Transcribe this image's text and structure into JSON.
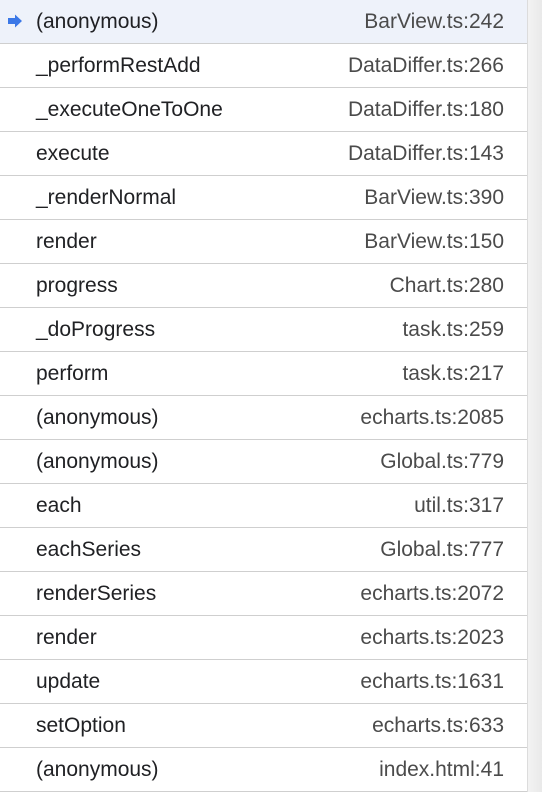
{
  "callstack": {
    "frames": [
      {
        "function": "(anonymous)",
        "location": "BarView.ts:242",
        "selected": true
      },
      {
        "function": "_performRestAdd",
        "location": "DataDiffer.ts:266"
      },
      {
        "function": "_executeOneToOne",
        "location": "DataDiffer.ts:180"
      },
      {
        "function": "execute",
        "location": "DataDiffer.ts:143"
      },
      {
        "function": "_renderNormal",
        "location": "BarView.ts:390"
      },
      {
        "function": "render",
        "location": "BarView.ts:150"
      },
      {
        "function": "progress",
        "location": "Chart.ts:280"
      },
      {
        "function": "_doProgress",
        "location": "task.ts:259"
      },
      {
        "function": "perform",
        "location": "task.ts:217"
      },
      {
        "function": "(anonymous)",
        "location": "echarts.ts:2085"
      },
      {
        "function": "(anonymous)",
        "location": "Global.ts:779"
      },
      {
        "function": "each",
        "location": "util.ts:317"
      },
      {
        "function": "eachSeries",
        "location": "Global.ts:777"
      },
      {
        "function": "renderSeries",
        "location": "echarts.ts:2072"
      },
      {
        "function": "render",
        "location": "echarts.ts:2023"
      },
      {
        "function": "update",
        "location": "echarts.ts:1631"
      },
      {
        "function": "setOption",
        "location": "echarts.ts:633"
      },
      {
        "function": "(anonymous)",
        "location": "index.html:41"
      }
    ],
    "current_frame_icon": "current-frame-arrow-icon",
    "colors": {
      "arrow": "#3b78e7",
      "function_text": "#202124",
      "location_text": "#4b4b4b",
      "divider": "#cfcfcf"
    }
  }
}
